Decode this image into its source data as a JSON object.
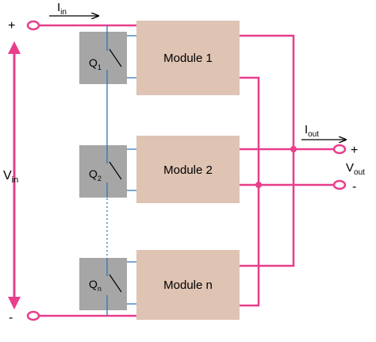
{
  "colors": {
    "power_wire": "#e83e8c",
    "control_wire": "#2e75b6",
    "module_fill": "#dfc3b3",
    "switch_box_fill": "#a6a6a6",
    "arrow": "#e83e8c"
  },
  "modules": [
    {
      "label": "Module 1"
    },
    {
      "label": "Module 2"
    },
    {
      "label": "Module n"
    }
  ],
  "switches": [
    {
      "label": "Q",
      "subscript": "1"
    },
    {
      "label": "Q",
      "subscript": "2"
    },
    {
      "label": "Q",
      "subscript": "n"
    }
  ],
  "input": {
    "plus": "+",
    "minus": "-",
    "voltage_label": "V",
    "voltage_sub": "in",
    "current_label": "I",
    "current_sub": "in"
  },
  "output": {
    "plus": "+",
    "minus": "-",
    "voltage_label": "V",
    "voltage_sub": "out",
    "current_label": "I",
    "current_sub": "out"
  }
}
